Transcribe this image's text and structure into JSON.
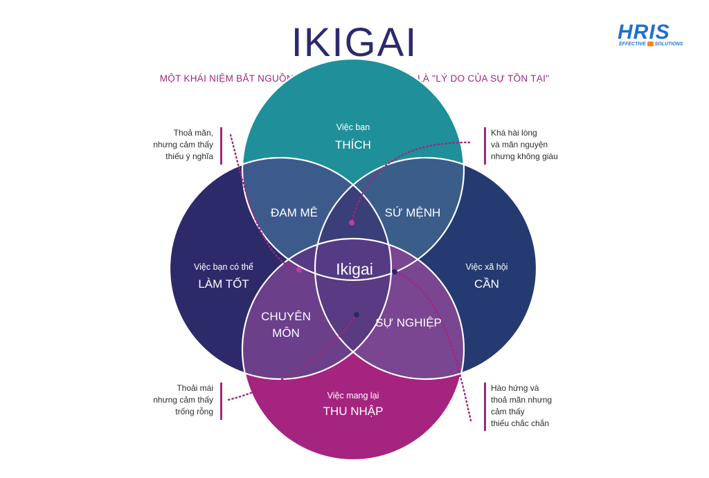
{
  "header": {
    "title": "IKIGAI",
    "subtitle": "MỘT KHÁI NIỆM BẮT NGUỒN TỪ NHẬT BẢN, CÓ NGHĨA LÀ \"LÝ DO CỦA SỰ TỒN TẠI\""
  },
  "logo": {
    "main": "HRIS",
    "sub_left": "EFFECTIVE",
    "sub_right": "SOLUTIONS"
  },
  "circles": [
    {
      "id": "like",
      "small": "Việc bạn",
      "big": "THÍCH",
      "color": "#1f8f9a"
    },
    {
      "id": "good",
      "small": "Việc bạn có thể",
      "big": "LÀM TỐT",
      "color": "#2d2a6a"
    },
    {
      "id": "need",
      "small": "Việc xã hội",
      "big": "CẦN",
      "color": "#253a70"
    },
    {
      "id": "paid",
      "small": "Việc mang lại",
      "big": "THU NHẬP",
      "color": "#a5247f"
    }
  ],
  "overlaps": {
    "passion": "ĐAM MÊ",
    "mission": "SỨ MỆNH",
    "profession_line1": "CHUYÊN",
    "profession_line2": "MÔN",
    "vocation": "SỰ NGHIỆP",
    "center": "Ikigai"
  },
  "notes": {
    "top_left": [
      "Thoả mãn,",
      "nhưng cảm thấy",
      "thiếu ý nghĩa"
    ],
    "top_right": [
      "Khá hài lòng",
      "và mãn nguyện",
      "nhưng không giàu"
    ],
    "bottom_left": [
      "Thoải mái",
      "nhưng cảm thấy",
      "trống rỗng"
    ],
    "bottom_right": [
      "Hào hứng và",
      "thoả mãn nhưng",
      "cảm thấy",
      "thiếu chắc chắn"
    ]
  },
  "colors": {
    "accent": "#a0267f",
    "title": "#2b2a6e",
    "connector": "#a0267f"
  }
}
